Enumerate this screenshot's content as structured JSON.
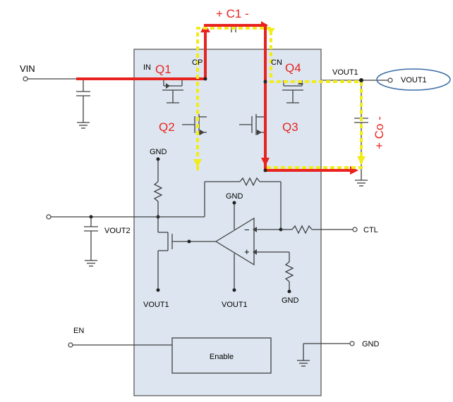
{
  "colors": {
    "chip_fill": "#dde6f0",
    "chip_border": "#5a5a5a",
    "wire": "#404040",
    "current_path_charge": "#e8231f",
    "current_path_discharge": "#f2ec1a",
    "highlight_ellipse": "#3b6ea5"
  },
  "pins": {
    "vin": "VIN",
    "in": "IN",
    "cp": "CP",
    "cn": "CN",
    "vout1_pin": "VOUT1",
    "vout1_terminal": "VOUT1",
    "vout2": "VOUT2",
    "ctl": "CTL",
    "en": "EN",
    "gnd_right": "GND"
  },
  "transistors": {
    "q1": "Q1",
    "q2": "Q2",
    "q3": "Q3",
    "q4": "Q4"
  },
  "capacitors": {
    "c1": "+ C1 -",
    "co": "+ Co -"
  },
  "internal": {
    "gnd_top_left": "GND",
    "gnd_opamp": "GND",
    "gnd_res": "GND",
    "vout1_left": "VOUT1",
    "vout1_center": "VOUT1",
    "opamp_minus": "−",
    "opamp_plus": "+",
    "enable_block": "Enable"
  }
}
